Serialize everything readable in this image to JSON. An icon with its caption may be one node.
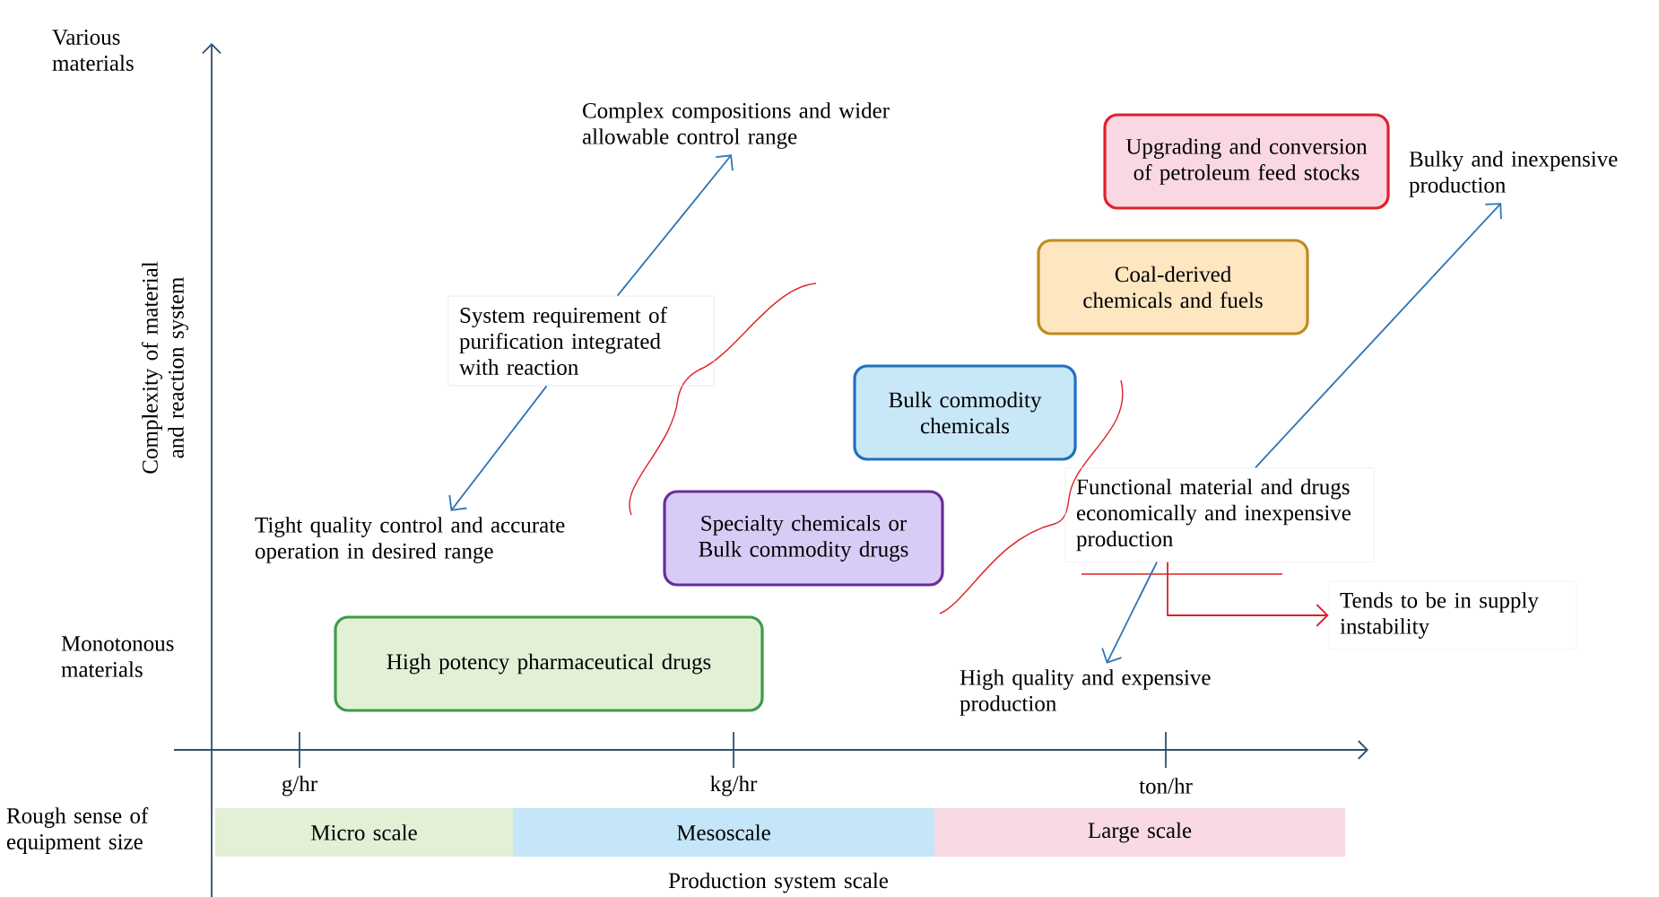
{
  "diagram": {
    "nodes": [
      {
        "text": [
          "Complex compositions and wider allowable control range"
        ]
      },
      {
        "text": [
          "System requirement of purification integrated with reaction"
        ]
      },
      {
        "text": [
          "Tight quality control and accurate operation in desired range"
        ]
      },
      {
        "text": [
          "Upgrading and conversion of petroleum feed stocks"
        ]
      },
      {
        "text": [
          "Bulky and inexpensive production"
        ]
      },
      {
        "text": [
          "Coal-derived chemicals and fuels"
        ]
      },
      {
        "text": [
          "Bulk commodity chemicals"
        ]
      },
      {
        "text": [
          "Specialty chemicals or Bulk commodity drugs"
        ]
      },
      {
        "text": [
          "Functional material and drugs economically and inexpensive production"
        ]
      },
      {
        "text": [
          "Tends to be in supply instability"
        ]
      },
      {
        "text": [
          "High potency pharmaceutical drugs"
        ]
      },
      {
        "text": [
          "High quality and expensive production"
        ]
      },
      {
        "text": [
          "Micro scale"
        ]
      },
      {
        "text": [
          "Mesoscale"
        ]
      },
      {
        "text": [
          "Large scale"
        ]
      }
    ],
    "edges": [
      {
        "from": 1,
        "to": 0,
        "arrow": "to"
      },
      {
        "from": 1,
        "to": 2,
        "arrow": "to"
      },
      {
        "from": 8,
        "to": 4,
        "arrow": "to"
      },
      {
        "from": 8,
        "to": 11,
        "arrow": "to"
      },
      {
        "from": 8,
        "to": 9,
        "arrow": "to",
        "color": "#e0202a"
      }
    ],
    "labels": [
      "Various materials",
      "Complexity of material and reaction system",
      "Monotonous materials",
      "g/hr",
      "kg/hr",
      "ton/hr",
      "Rough sense of equipment size",
      "Production system scale"
    ]
  }
}
